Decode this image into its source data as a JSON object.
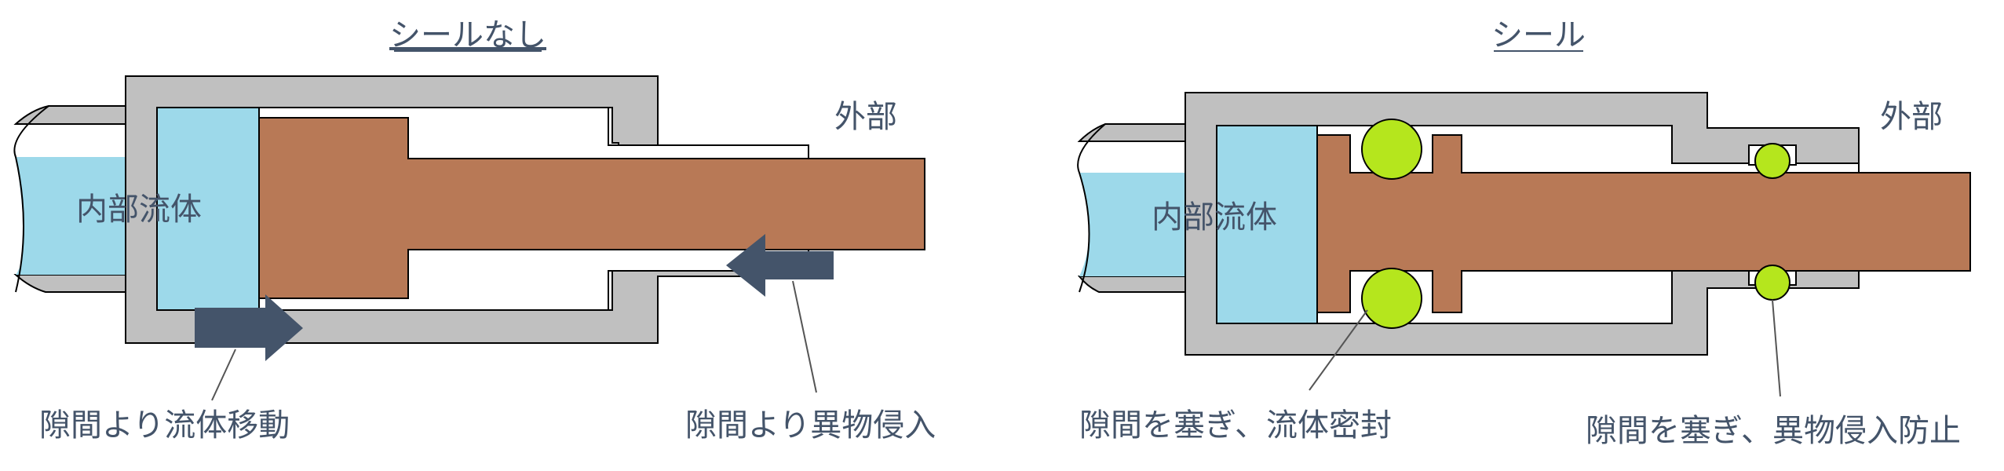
{
  "colors": {
    "housing": "#c0c0c0",
    "fluid": "#9dd9ea",
    "piston": "#b87956",
    "seal": "#b5e61d",
    "arrow": "#44546a",
    "text": "#44546a",
    "outline": "#000000"
  },
  "left_panel": {
    "title": "シールなし",
    "label_outside": "外部",
    "label_fluid": "内部流体",
    "callout_fluid": "隙間より流体移動",
    "callout_foreign": "隙間より異物侵入"
  },
  "right_panel": {
    "title": "シール",
    "label_outside": "外部",
    "label_fluid": "内部流体",
    "callout_seal": "隙間を塞ぎ、流体密封",
    "callout_block": "隙間を塞ぎ、異物侵入防止"
  }
}
